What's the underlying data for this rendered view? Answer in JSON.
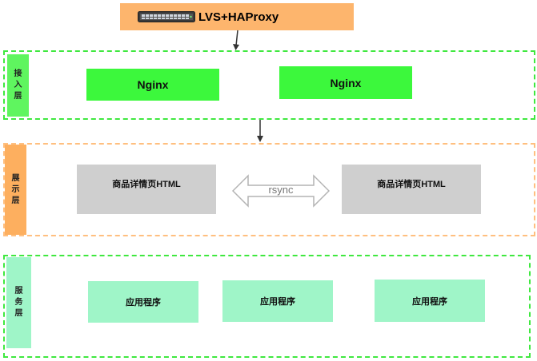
{
  "load_balancer": {
    "label": "LVS+HAProxy",
    "icon": "network-switch-icon"
  },
  "layers": {
    "access": {
      "tab_chars": [
        "接",
        "入",
        "层"
      ],
      "nodes": [
        "Nginx",
        "Nginx"
      ]
    },
    "display": {
      "tab_chars": [
        "展",
        "示",
        "层"
      ],
      "nodes": [
        "商品详情页HTML",
        "商品详情页HTML"
      ],
      "sync_label": "rsync"
    },
    "service": {
      "tab_chars": [
        "服",
        "务",
        "层"
      ],
      "nodes": [
        "应用程序",
        "应用程序",
        "应用程序"
      ]
    }
  },
  "colors": {
    "load_balancer_fill": "#fdb56d",
    "access_border": "#3fe83f",
    "nginx_fill": "#3cf83c",
    "display_border": "#ffbf7f",
    "display_tab": "#fdaf5f",
    "html_fill": "#cfcfcf",
    "service_fill": "#9ff5c8"
  }
}
